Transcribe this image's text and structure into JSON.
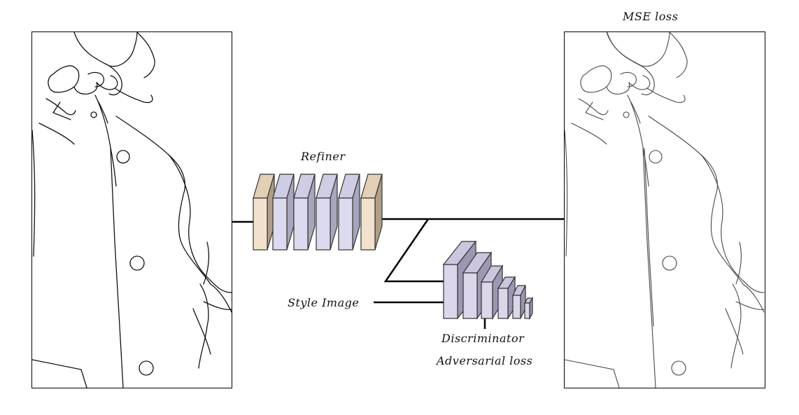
{
  "labels": {
    "refiner": "Refiner",
    "mse_loss": "MSE loss",
    "style_image": "Style Image",
    "discriminator": "Discriminator",
    "adversarial_loss": "Adversarial loss"
  },
  "colors": {
    "refiner_outer_block": "#f1e1cd",
    "refiner_inner_block": "#dcdaee",
    "discriminator_block": "#dcd6ea",
    "line": "#000000"
  },
  "images": {
    "input": "line-art sketch (input)",
    "output": "refined line-art sketch (output)"
  }
}
